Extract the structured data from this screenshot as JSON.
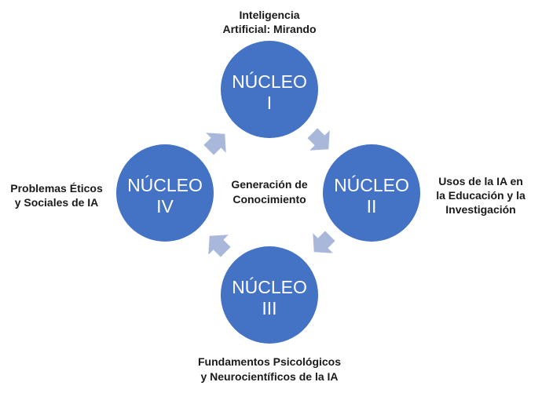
{
  "colors": {
    "node_fill": "#4472C4",
    "arrow_fill": "#A9B8DA",
    "text_dark": "#1a1a1a",
    "node_text": "#ffffff"
  },
  "center": {
    "line1": "Generación de",
    "line2": "Conocimiento"
  },
  "nodes": [
    {
      "title": "NÚCLEO",
      "numeral": "I",
      "label": [
        "Inteligencia",
        "Artificial: Mirando"
      ]
    },
    {
      "title": "NÚCLEO",
      "numeral": "II",
      "label": [
        "Usos de la IA en",
        "la Educación y la",
        "Investigación"
      ]
    },
    {
      "title": "NÚCLEO",
      "numeral": "III",
      "label": [
        "Fundamentos Psicológicos",
        "y Neurocientíficos de la IA"
      ]
    },
    {
      "title": "NÚCLEO",
      "numeral": "IV",
      "label": [
        "Problemas Éticos",
        "y Sociales de IA"
      ]
    }
  ]
}
